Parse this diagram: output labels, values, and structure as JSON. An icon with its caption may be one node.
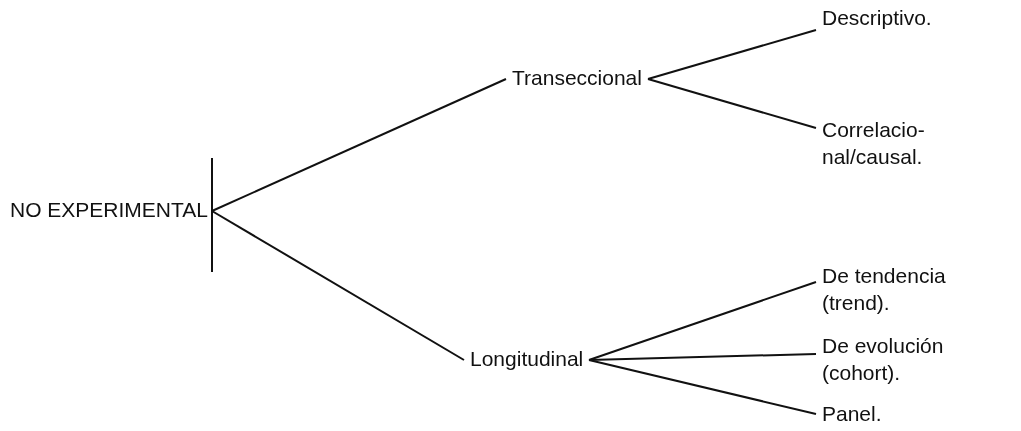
{
  "diagram": {
    "nodes": [
      {
        "text": [
          "NO EXPERIMENTAL"
        ]
      },
      {
        "text": [
          "Transeccional"
        ]
      },
      {
        "text": [
          "Longitudinal"
        ]
      },
      {
        "text": [
          "Descriptivo."
        ]
      },
      {
        "text": [
          "Correlacio- nal/causal."
        ]
      },
      {
        "text": [
          "De tendencia (trend)."
        ]
      },
      {
        "text": [
          "De evolución (cohort)."
        ]
      },
      {
        "text": [
          "Panel."
        ]
      }
    ],
    "edges": [
      {
        "from": 0,
        "to": 1,
        "arrow": "none"
      },
      {
        "from": 0,
        "to": 2,
        "arrow": "none"
      },
      {
        "from": 1,
        "to": 3,
        "arrow": "none"
      },
      {
        "from": 1,
        "to": 4,
        "arrow": "none"
      },
      {
        "from": 2,
        "to": 5,
        "arrow": "none"
      },
      {
        "from": 2,
        "to": 6,
        "arrow": "none"
      },
      {
        "from": 2,
        "to": 7,
        "arrow": "none"
      }
    ]
  }
}
